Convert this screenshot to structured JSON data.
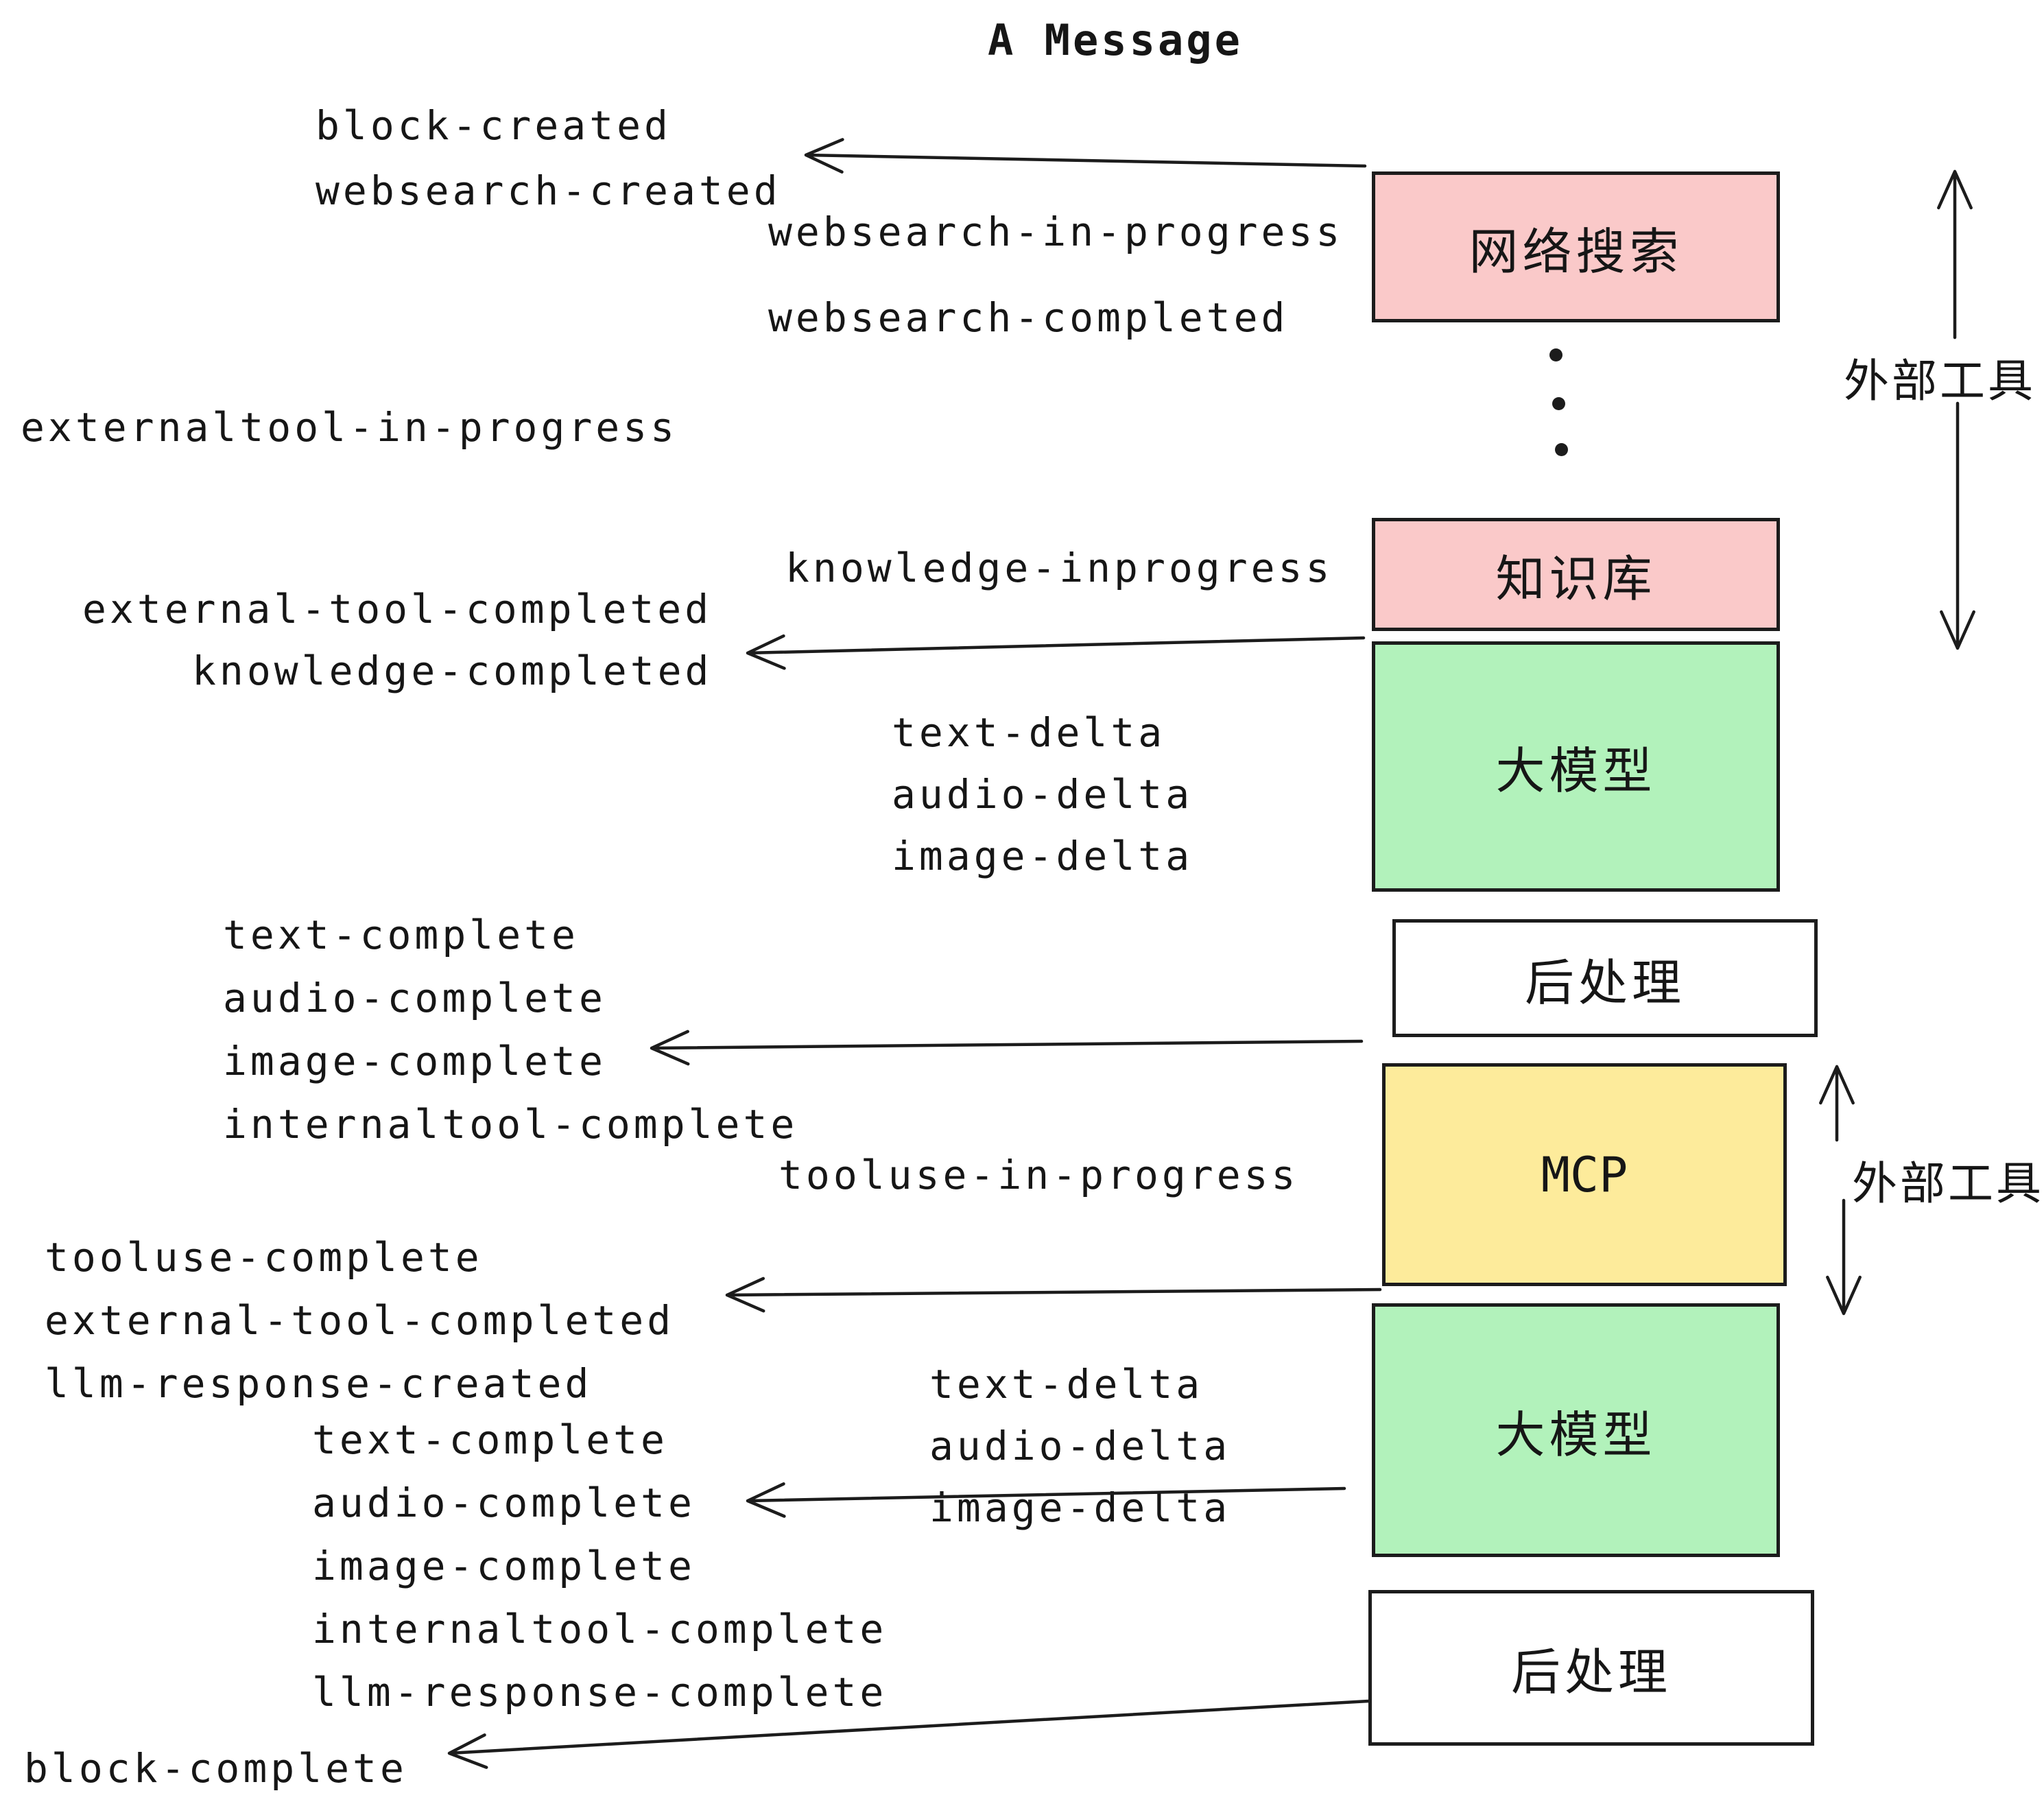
{
  "title": "A Message",
  "labels": {
    "block_created": "block-created",
    "websearch_created": "websearch-created",
    "websearch_in_progress": "websearch-in-progress",
    "websearch_completed": "websearch-completed",
    "externaltool_in_progress": "externaltool-in-progress",
    "knowledge_inprogress": "knowledge-inprogress",
    "external_tool_completed": "external-tool-completed",
    "knowledge_completed": "knowledge-completed",
    "text_delta": "text-delta",
    "audio_delta": "audio-delta",
    "image_delta": "image-delta",
    "text_complete": "text-complete",
    "audio_complete": "audio-complete",
    "image_complete": "image-complete",
    "internaltool_complete": "internaltool-complete",
    "tooluse_in_progress": "tooluse-in-progress",
    "tooluse_complete": "tooluse-complete",
    "llm_response_created": "llm-response-created",
    "llm_response_complete": "llm-response-complete",
    "block_complete": "block-complete"
  },
  "boxes": {
    "web_search": {
      "label": "网络搜索",
      "fill": "#fac9c9"
    },
    "knowledge_base": {
      "label": "知识库",
      "fill": "#fac9c9"
    },
    "llm": {
      "label": "大模型",
      "fill": "#b2f2bb"
    },
    "post_process": {
      "label": "后处理",
      "fill": "#ffffff"
    },
    "mcp": {
      "label": "MCP",
      "fill": "#fdeb9b"
    }
  },
  "side_labels": {
    "external_tool": "外部工具"
  },
  "colors": {
    "stroke": "#1c1c1c",
    "text": "#161616",
    "background": "#ffffff"
  }
}
